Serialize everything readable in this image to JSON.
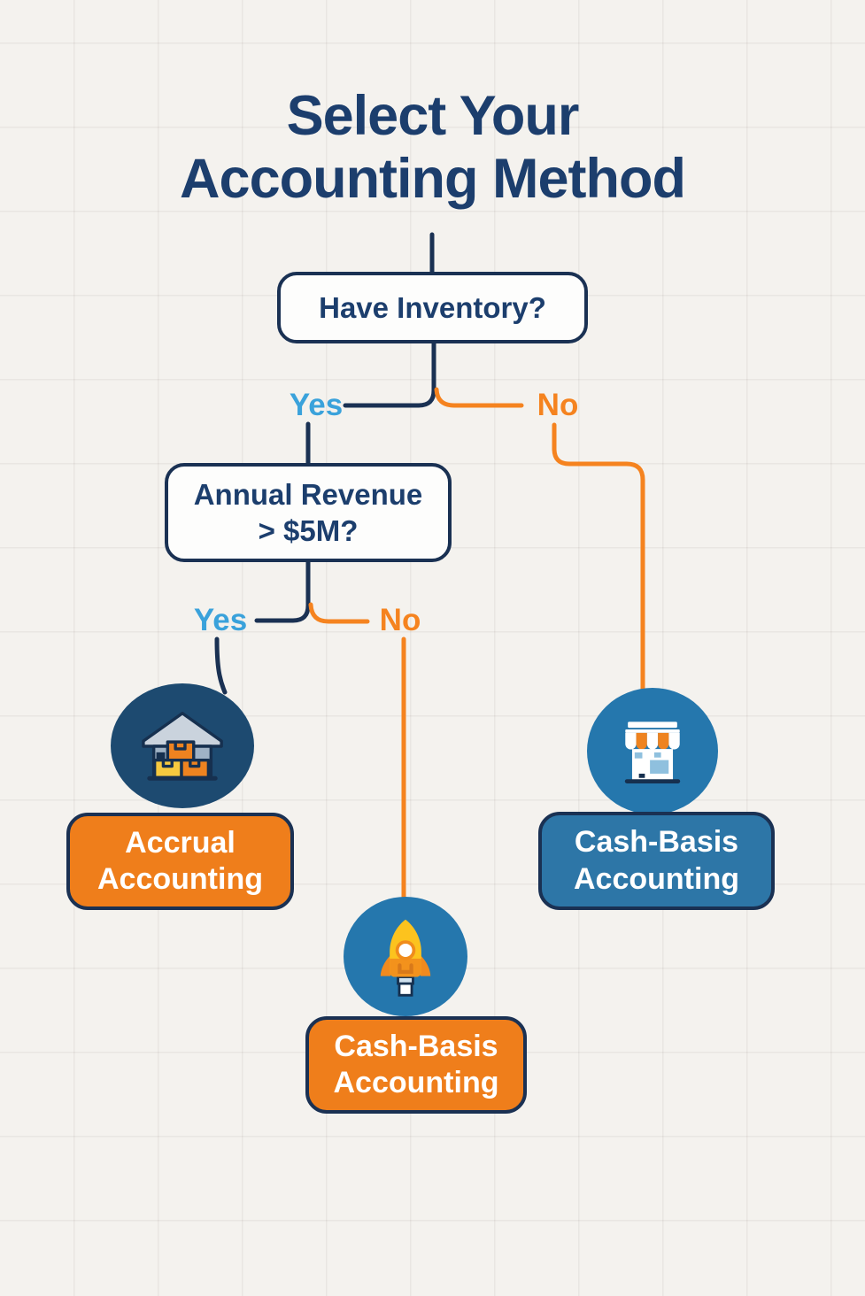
{
  "title": {
    "line1": "Select Your",
    "line2": "Accounting Method"
  },
  "decisions": {
    "inventory": {
      "question": "Have Inventory?"
    },
    "revenue": {
      "question_line1": "Annual Revenue",
      "question_line2": "> $5M?"
    }
  },
  "branch_labels": {
    "inventory_yes": "Yes",
    "inventory_no": "No",
    "revenue_yes": "Yes",
    "revenue_no": "No"
  },
  "results": {
    "accrual": {
      "label_line1": "Accrual",
      "label_line2": "Accounting",
      "icon": "warehouse-icon"
    },
    "cash_startup": {
      "label_line1": "Cash-Basis",
      "label_line2": "Accounting",
      "icon": "rocket-icon"
    },
    "cash_store": {
      "label_line1": "Cash-Basis",
      "label_line2": "Accounting",
      "icon": "storefront-icon"
    }
  },
  "colors": {
    "background": "#f4f2ee",
    "navy_line": "#1a3153",
    "navy_text": "#1c3e6d",
    "yes_blue": "#3aa2db",
    "orange": "#f5831f",
    "result_orange": "#ef7e1b",
    "result_blue": "#2d76a7",
    "circle_navy": "#1d4a70",
    "circle_blue": "#2577ad"
  }
}
